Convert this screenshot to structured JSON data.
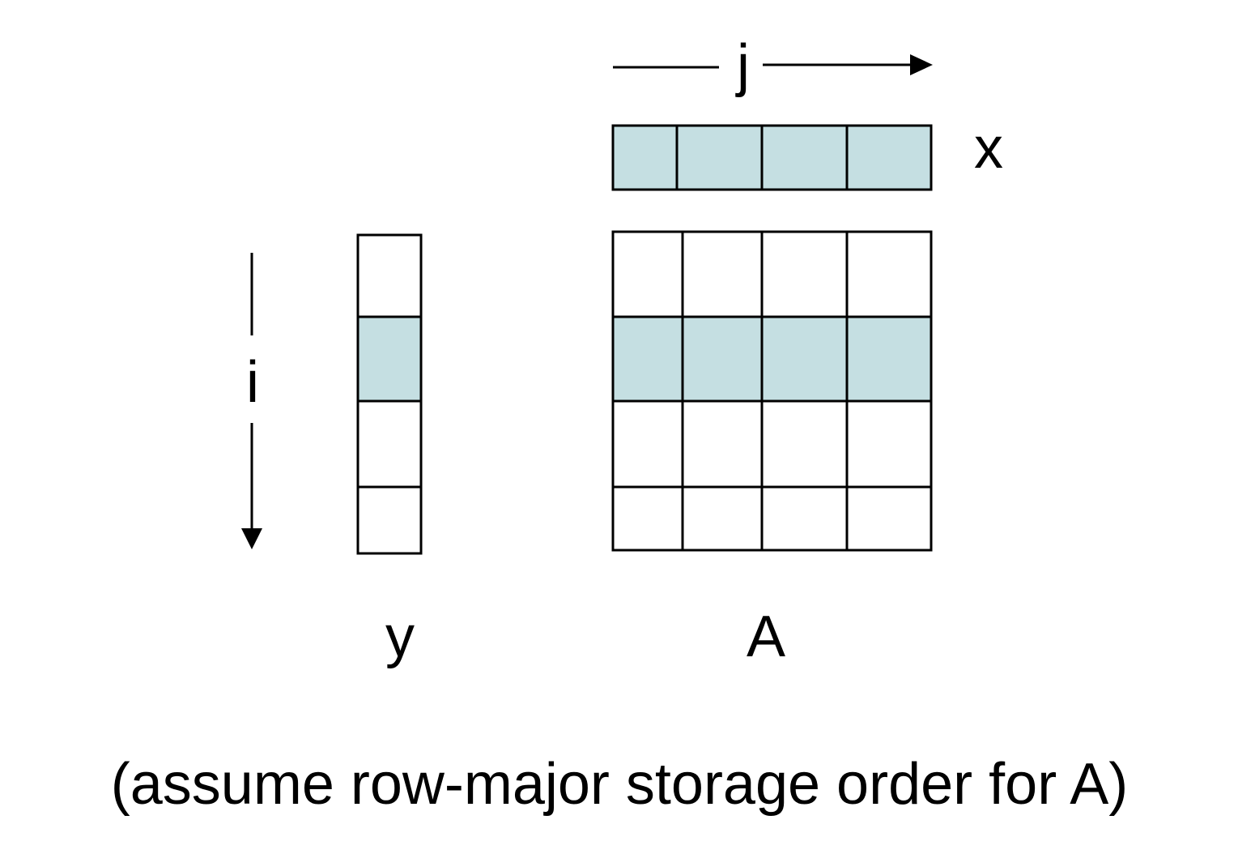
{
  "labels": {
    "j": "j",
    "i": "i",
    "x": "x",
    "y": "y",
    "A": "A",
    "caption": "(assume row-major storage order for A)"
  },
  "vector_x": {
    "cells": 4,
    "highlighted": [
      0,
      1,
      2,
      3
    ]
  },
  "vector_y": {
    "cells": 4,
    "highlighted": [
      1
    ]
  },
  "matrix_A": {
    "rows": 4,
    "cols": 4,
    "highlighted_row": 1
  },
  "colors": {
    "highlight": "#c5dfe2",
    "line": "#000000",
    "background": "#ffffff"
  }
}
